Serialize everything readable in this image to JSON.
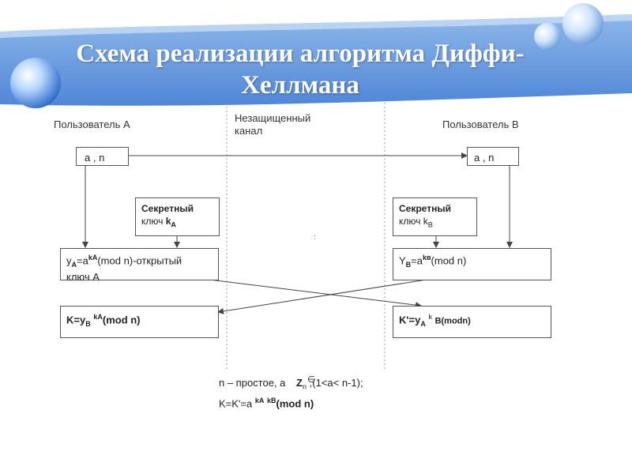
{
  "title": "Схема реализации алгоритма Диффи-Хеллмана",
  "labels": {
    "user_a": "Пользователь А",
    "channel": "Незащищенный канал",
    "user_b": "Пользователь В"
  },
  "boxes": {
    "an_a": "a , n",
    "an_b": "a , n",
    "secret_a": {
      "line1": "Секретный",
      "line2": "ключ",
      "sym": "k",
      "sub": "A"
    },
    "secret_b": {
      "line1": "Секретный",
      "line2": "ключ",
      "sym": "k",
      "sub": "B"
    },
    "public_a": {
      "y": "y",
      "ysub": "A",
      "eq": "=a",
      "sup": "kA",
      "rest": "(mod n)-открытый",
      "line2": "ключ А"
    },
    "public_b": {
      "y": "Y",
      "ysub": "B",
      "eq": "=a",
      "sup": "kв",
      "rest": "(mod n)"
    },
    "key_a": {
      "k": "K=y",
      "ksub": "B",
      "sup": "kA",
      "rest": "(mod n)"
    },
    "key_b": {
      "k": "K'=y",
      "ksub": "A",
      "sup": "k",
      "mid": "B",
      "rest": "(modn)"
    }
  },
  "note": {
    "line1_pre": "n – простое, a",
    "line1_z": "Z",
    "line1_zsub": "n",
    "line1_post": ",(1<a< n-1);",
    "line2_pre": "K=K'=a",
    "line2_sup1": "kA",
    "line2_sup2": "kB",
    "line2_post": "(mod n)"
  },
  "center_mark": ":"
}
